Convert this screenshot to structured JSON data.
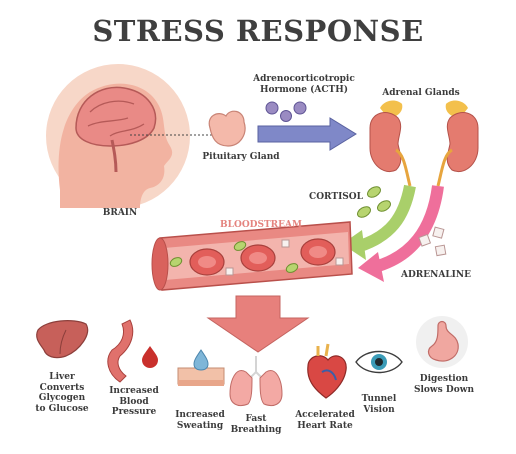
{
  "title": "STRESS RESPONSE",
  "labels": {
    "brain": "BRAIN",
    "pituitary": "Pituitary Gland",
    "acth": "Adrenocorticotropic\nHormone (ACTH)",
    "adrenal": "Adrenal Glands",
    "cortisol": "CORTISOL",
    "adrenaline": "ADRENALINE",
    "bloodstream": "BLOODSTREAM"
  },
  "effects": [
    {
      "label": "Liver\nConverts\nGlycogen\nto Glucose",
      "icon": "liver-icon"
    },
    {
      "label": "Increased\nBlood\nPressure",
      "icon": "blood-vessel-icon"
    },
    {
      "label": "Increased\nSweating",
      "icon": "sweat-skin-icon"
    },
    {
      "label": "Fast\nBreathing",
      "icon": "lungs-icon"
    },
    {
      "label": "Accelerated\nHeart Rate",
      "icon": "heart-icon"
    },
    {
      "label": "Tunnel\nVision",
      "icon": "eye-icon"
    },
    {
      "label": "Digestion\nSlows Down",
      "icon": "stomach-icon"
    }
  ],
  "colors": {
    "skin": "#f3b9a8",
    "cortisol_arrow": "#a9cf6a",
    "adrenaline_arrow": "#ef6f9b",
    "acth_arrow": "#7f88c8",
    "main_arrow": "#e7807c",
    "vessel": "#dd6f6a"
  }
}
